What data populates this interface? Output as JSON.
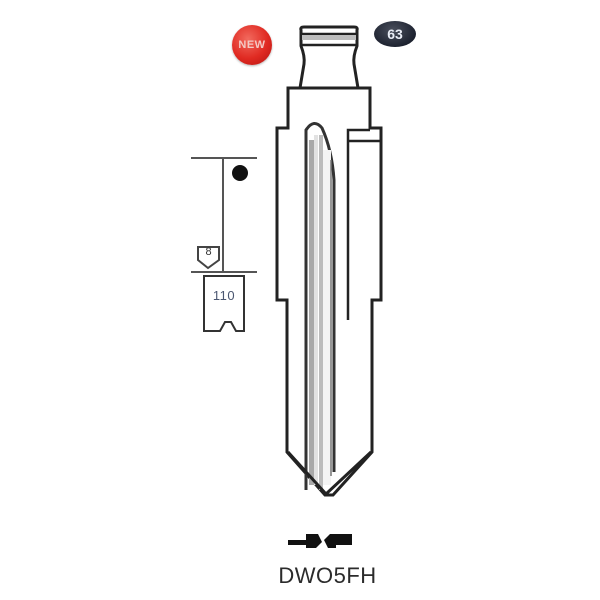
{
  "badges": {
    "new_label": "NEW",
    "catalog_number": "63",
    "new_color": "#e02a22",
    "number_color": "#1d2230"
  },
  "dimension": {
    "stop_number": "8",
    "cut_depth": "110",
    "marker": "filled-dot"
  },
  "profile_icon": "key-profile-icon",
  "key_code": "DWO5FH"
}
